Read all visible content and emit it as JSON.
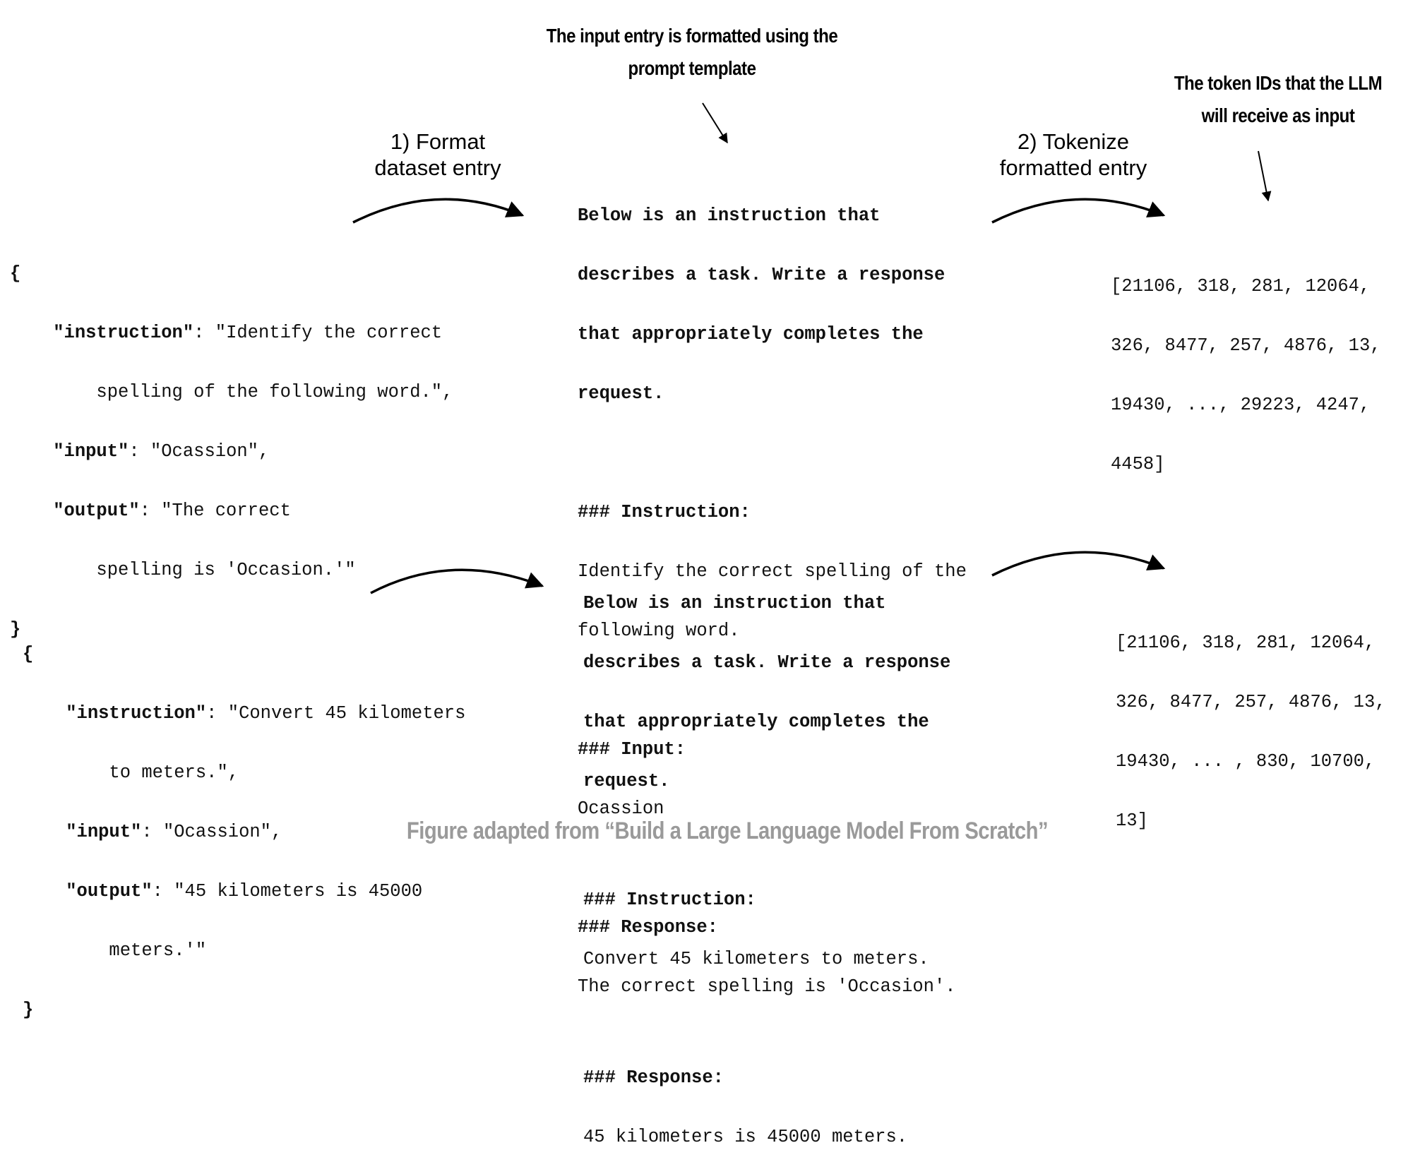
{
  "annotations": {
    "prompt_template_note": [
      "The input entry is formatted using the",
      "prompt template"
    ],
    "token_ids_note": [
      "The token IDs that the LLM",
      "will receive as input"
    ]
  },
  "steps": {
    "format": [
      "1) Format",
      "dataset entry"
    ],
    "tokenize": [
      "2) Tokenize",
      "formatted entry"
    ]
  },
  "examples": [
    {
      "json": {
        "open": "{",
        "close": "}",
        "instruction_key": "\"instruction\"",
        "instruction_val_1": ": \"Identify the correct",
        "instruction_val_2": "spelling of the following word.\",",
        "input_key": "\"input\"",
        "input_val": ": \"Ocassion\",",
        "output_key": "\"output\"",
        "output_val_1": ": \"The correct",
        "output_val_2": "spelling is 'Occasion.'\""
      },
      "prompt": {
        "preamble": [
          "Below is an instruction that",
          "describes a task. Write a response",
          "that appropriately completes the",
          "request."
        ],
        "instruction_header": "### Instruction:",
        "instruction_text": [
          "Identify the correct spelling of the",
          "following word."
        ],
        "input_header": "### Input:",
        "input_text": "Ocassion",
        "response_header": "### Response:",
        "response_text": "The correct spelling is 'Occasion'."
      },
      "tokens": [
        "[21106, 318, 281, 12064,",
        "326, 8477, 257, 4876, 13,",
        "19430, ..., 29223, 4247,",
        "4458]"
      ]
    },
    {
      "json": {
        "open": "{",
        "close": "}",
        "instruction_key": "\"instruction\"",
        "instruction_val_1": ": \"Convert 45 kilometers",
        "instruction_val_2": "to meters.\",",
        "input_key": "\"input\"",
        "input_val": ": \"Ocassion\",",
        "output_key": "\"output\"",
        "output_val_1": ": \"45 kilometers is 45000",
        "output_val_2": "meters.'\""
      },
      "prompt": {
        "preamble": [
          "Below is an instruction that",
          "describes a task. Write a response",
          "that appropriately completes the",
          "request."
        ],
        "instruction_header": "### Instruction:",
        "instruction_text": [
          "Convert 45 kilometers to meters."
        ],
        "response_header": "### Response:",
        "response_text": "45 kilometers is 45000 meters."
      },
      "tokens": [
        "[21106, 318, 281, 12064,",
        "326, 8477, 257, 4876, 13,",
        "19430, ... , 830, 10700,",
        "13]"
      ]
    }
  ],
  "caption": "Figure adapted from “Build a Large Language Model From Scratch”"
}
